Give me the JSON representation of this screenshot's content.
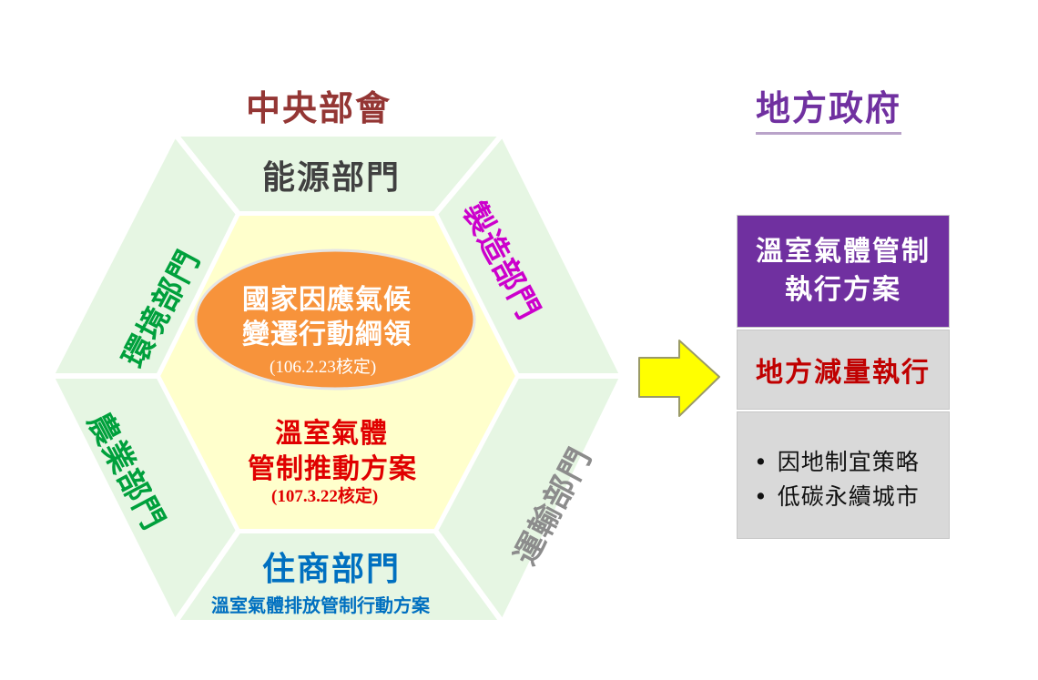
{
  "central": {
    "heading": "中央部會",
    "sectors": {
      "energy": "能源部門",
      "manufacturing": "製造部門",
      "transport": "運輸部門",
      "residential": "住商部門",
      "agriculture": "農業部門",
      "environment": "環境部門"
    },
    "residential_sub": "溫室氣體排放管制行動方案",
    "guideline": {
      "line1": "國家因應氣候",
      "line2": "變遷行動綱領",
      "approval": "(106.2.23核定)"
    },
    "promotion": {
      "line1": "溫室氣體",
      "line2": "管制推動方案",
      "approval": "(107.3.22核定)"
    }
  },
  "local": {
    "heading": "地方政府",
    "plan": {
      "line1": "溫室氣體管制",
      "line2": "執行方案"
    },
    "reduction": "地方減量執行",
    "strategies": [
      "因地制宜策略",
      "低碳永續城市"
    ]
  },
  "colors": {
    "outer_ring": "#e6f6e3",
    "inner_hex": "#ffffcc",
    "ellipse": "#f7933b",
    "arrow": "#ffff00",
    "heading_central": "#943634",
    "heading_local": "#7030a0",
    "energy": "#404040",
    "manufacturing": "#cc00cc",
    "transport": "#8c8c8c",
    "residential": "#0070c0",
    "agriculture": "#00a03c",
    "environment": "#00a03c",
    "promotion": "#e00000",
    "plan_box": "#7030a0",
    "reduction": "#c00000"
  },
  "icons": {
    "flow_arrow": "arrow-right-icon"
  }
}
